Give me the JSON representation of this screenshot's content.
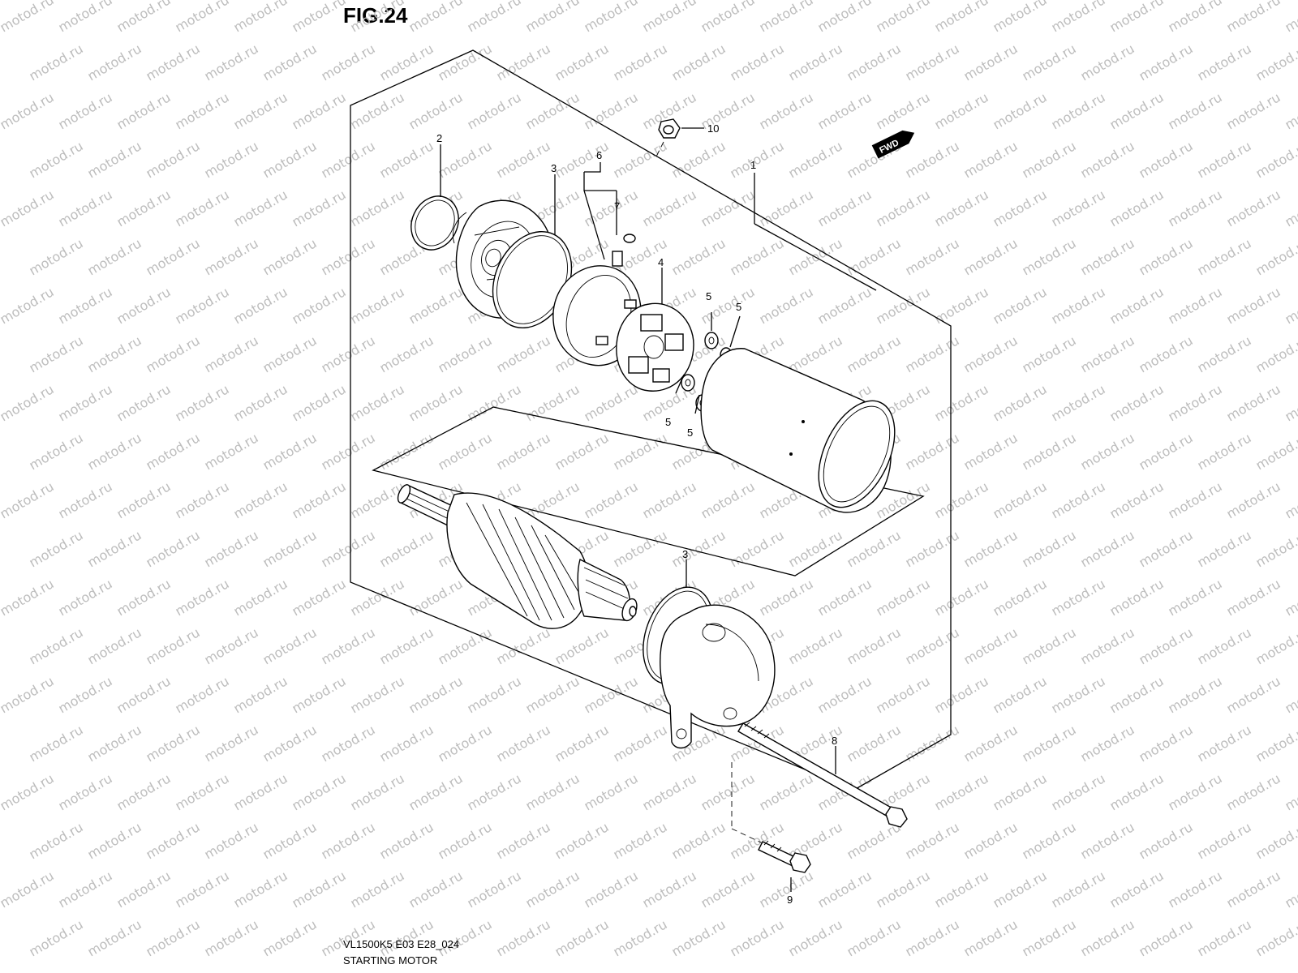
{
  "figure": {
    "title": "FIG.24",
    "model_code": "VL1500K5 E03 E28_024",
    "caption": "STARTING MOTOR"
  },
  "fwd_badge": {
    "label": "FWD"
  },
  "watermark": {
    "text": "motod.ru"
  },
  "callouts": [
    {
      "id": "c1",
      "label": "1"
    },
    {
      "id": "c2",
      "label": "2"
    },
    {
      "id": "c3a",
      "label": "3"
    },
    {
      "id": "c3b",
      "label": "3"
    },
    {
      "id": "c4",
      "label": "4"
    },
    {
      "id": "c5a",
      "label": "5"
    },
    {
      "id": "c5b",
      "label": "5"
    },
    {
      "id": "c5c",
      "label": "5"
    },
    {
      "id": "c5d",
      "label": "5"
    },
    {
      "id": "c6",
      "label": "6"
    },
    {
      "id": "c7",
      "label": "7"
    },
    {
      "id": "c8",
      "label": "8"
    },
    {
      "id": "c9",
      "label": "9"
    },
    {
      "id": "c10",
      "label": "10"
    }
  ]
}
